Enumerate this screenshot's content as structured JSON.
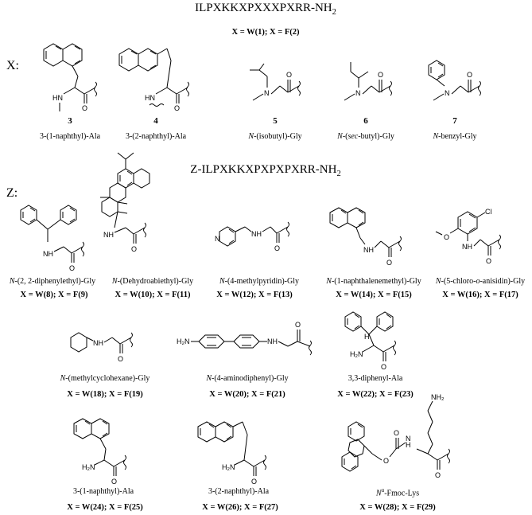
{
  "header1": {
    "seq": "ILPXKKXPXXXPXRR-NH",
    "sub": "2"
  },
  "assign1": "X = W(1); X = F(2)",
  "x_label": "X:",
  "z_label": "Z:",
  "header2": {
    "seq": "Z-ILPXKKXPXPXPXRR-NH",
    "sub": "2"
  },
  "row1": [
    {
      "num": "3",
      "name": "3-(1-naphthyl)-Ala"
    },
    {
      "num": "4",
      "name": "3-(2-naphthyl)-Ala"
    },
    {
      "num": "5",
      "name_prefix": "N",
      "name_rest": "-(isobutyl)-Gly"
    },
    {
      "num": "6",
      "name_prefix": "N",
      "name_mid": "-(",
      "name_ital": "sec",
      "name_rest": "-butyl)-Gly"
    },
    {
      "num": "7",
      "name_prefix": "N",
      "name_rest": "-benzyl-Gly"
    }
  ],
  "row2": [
    {
      "name_prefix": "N",
      "name_rest": "-(2, 2-diphenylethyl)-Gly",
      "assign": "X = W(8); X = F(9)"
    },
    {
      "name_prefix": "N",
      "name_rest": "-(Dehydroabiethyl)-Gly",
      "assign": "X = W(10); X = F(11)"
    },
    {
      "name_prefix": "N",
      "name_rest": "-(4-methylpyridin)-Gly",
      "assign": "X = W(12); X = F(13)"
    },
    {
      "name_prefix": "N",
      "name_rest": "-(1-naphthalenemethyl)-Gly",
      "assign": "X = W(14); X = F(15)"
    },
    {
      "name_prefix": "N",
      "name_mid": "-(5-chloro-",
      "name_ital": "o",
      "name_rest": "-anisidin)-Gly",
      "assign": "X = W(16); X = F(17)"
    }
  ],
  "row3": [
    {
      "name_prefix": "N",
      "name_rest": "-(methylcyclohexane)-Gly",
      "assign": "X = W(18); X = F(19)"
    },
    {
      "name_prefix": "N",
      "name_rest": "-(4-aminodiphenyl)-Gly",
      "assign": "X = W(20); X = F(21)"
    },
    {
      "name": "3,3-diphenyl-Ala",
      "assign": "X = W(22); X = F(23)"
    }
  ],
  "row4": [
    {
      "name": "3-(1-naphthyl)-Ala",
      "assign": "X = W(24); X = F(25)"
    },
    {
      "name": "3-(2-naphthyl)-Ala",
      "assign": "X = W(26); X = F(27)"
    },
    {
      "name_prefix": "N",
      "name_sup": "α",
      "name_rest": "-Fmoc-Lys",
      "assign": "X = W(28); X = F(29)"
    }
  ],
  "atoms": {
    "HN": "HN",
    "NH": "NH",
    "N": "N",
    "O": "O",
    "H2N": "H₂N",
    "NH2": "NH₂",
    "Cl": "Cl",
    "H": "H"
  }
}
